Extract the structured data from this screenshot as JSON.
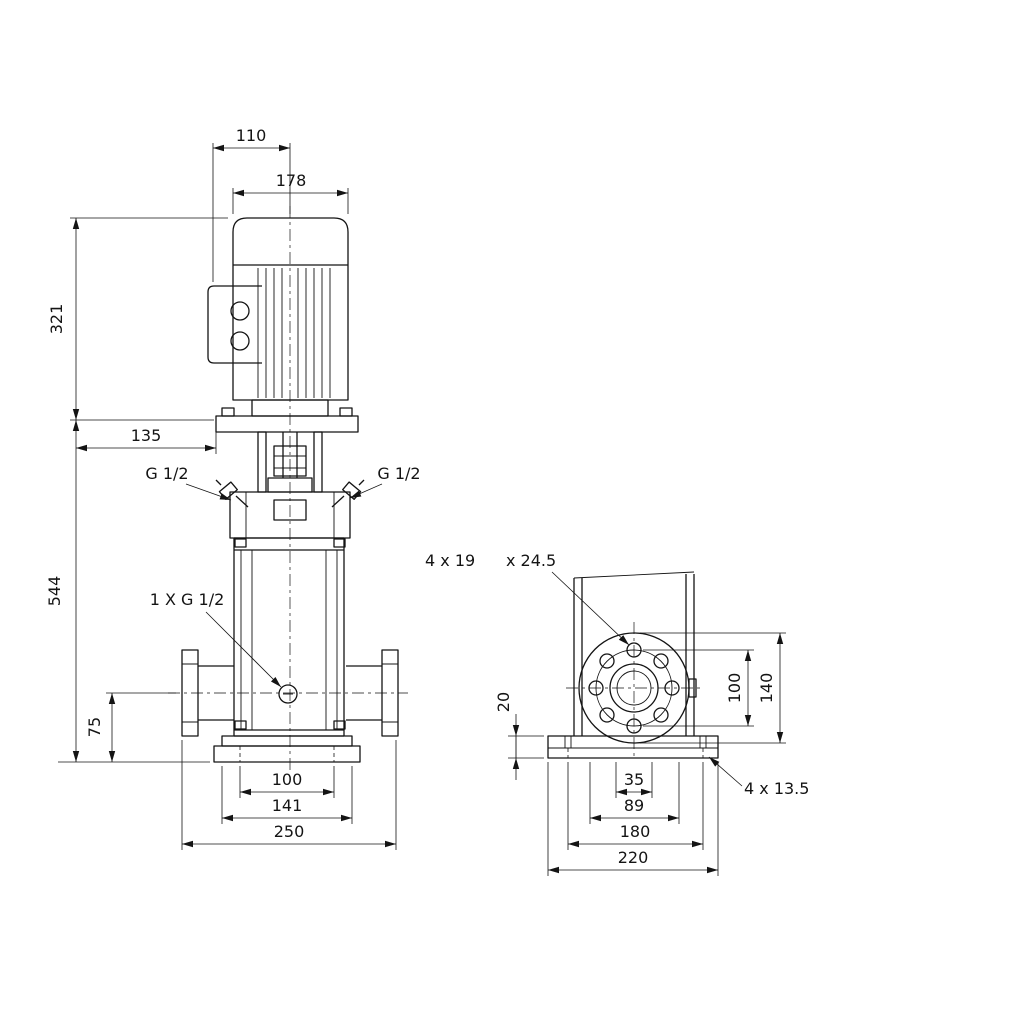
{
  "front_view": {
    "dims": {
      "d110": "110",
      "d178": "178",
      "d321": "321",
      "d135": "135",
      "d544": "544",
      "d75": "75",
      "d100": "100",
      "d141": "141",
      "d250": "250"
    },
    "labels": {
      "port_left": "G 1/2",
      "port_right": "G 1/2",
      "drain": "1 X G 1/2"
    }
  },
  "side_view": {
    "dims": {
      "d20": "20",
      "d100": "100",
      "d140": "140",
      "d35": "35",
      "d89": "89",
      "d180": "180",
      "d220": "220"
    },
    "labels": {
      "flange_holes": "4 x 19",
      "flange_counterbore": "x 24.5",
      "base_holes": "4 x 13.5"
    }
  },
  "colors": {
    "line": "#141414",
    "background": "#ffffff"
  }
}
